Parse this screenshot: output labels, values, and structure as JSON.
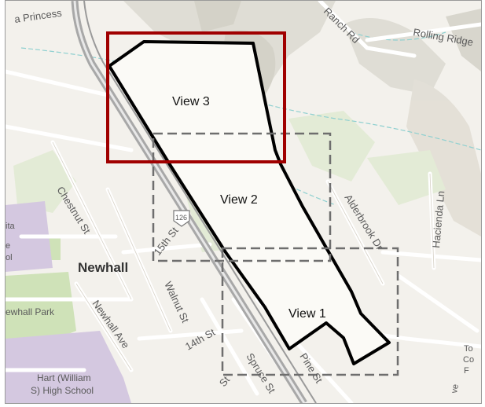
{
  "map": {
    "colors": {
      "background": "#f3f1ec",
      "road": "#ffffff",
      "road_edge": "#cfcac0",
      "park": "#d6e6c2",
      "school": "#cfc3dd",
      "terrain": "#d9d8cf",
      "water": "#8fd0d0",
      "highway": "#8c8c8c",
      "project_outline": "#000000",
      "view3_box": "#a00000",
      "view_box_dashed": "#6e6e6e"
    },
    "labels": {
      "la_princessa": "a Princess",
      "ranch_rd": "Ranch Rd",
      "rolling_ridge": "Rolling Ridge",
      "chestnut_st": "Chestnut St",
      "newhall": "Newhall",
      "newhall_park": "ewhall Park",
      "newhall_ave": "Newhall Ave",
      "walnut_st": "Walnut St",
      "fifteenth_st": "15th St",
      "fourteenth_st": "14th St",
      "spruce_st": "Spruce St",
      "pine_st": "Pine St",
      "st_a": "St",
      "alderbrook_dr": "Alderbrook Dr",
      "hacienda_ln": "Hacienda Ln",
      "hart_school_line1": "Hart (William",
      "hart_school_line2": "S) High School",
      "school_line1": "ita",
      "school_line2": "e",
      "school_line3": "ol",
      "route_126": "126",
      "right_line1": "To",
      "right_line2": "Co",
      "right_line3": "F",
      "ve": "ve"
    },
    "views": {
      "view1": "View 1",
      "view2": "View 2",
      "view3": "View 3"
    }
  }
}
